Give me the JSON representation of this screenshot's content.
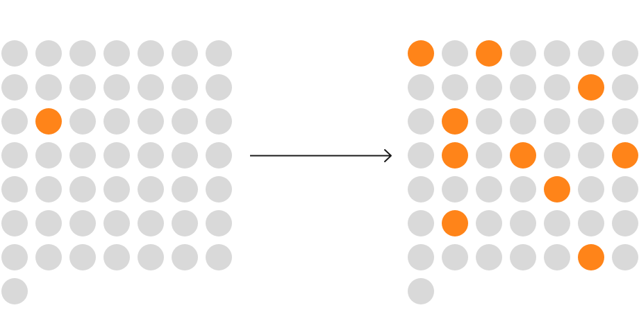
{
  "colors": {
    "inactive": "#d9d9d9",
    "highlight": "#ff8419",
    "arrow": "#1a1a1a",
    "background": "#ffffff"
  },
  "left_grid": {
    "columns": 7,
    "dot_count": 50,
    "highlighted": [
      [
        2,
        1
      ]
    ]
  },
  "right_grid": {
    "columns": 7,
    "dot_count": 50,
    "highlighted": [
      [
        0,
        0
      ],
      [
        0,
        2
      ],
      [
        1,
        5
      ],
      [
        2,
        1
      ],
      [
        3,
        1
      ],
      [
        3,
        3
      ],
      [
        3,
        6
      ],
      [
        4,
        4
      ],
      [
        5,
        1
      ],
      [
        6,
        5
      ]
    ]
  },
  "arrow": {
    "direction": "right",
    "icon": "arrow-right-icon"
  }
}
